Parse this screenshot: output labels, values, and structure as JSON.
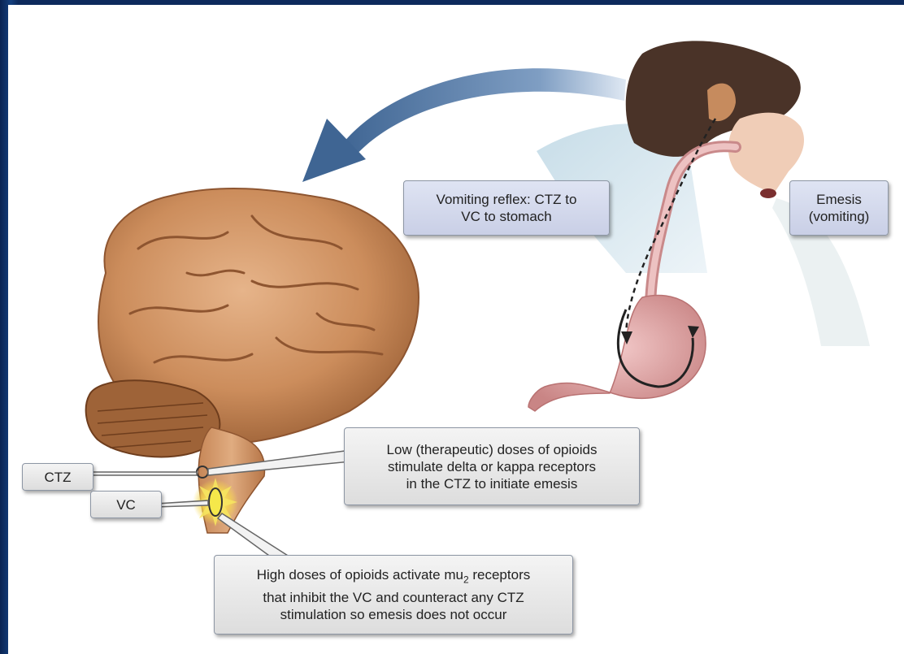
{
  "labels": {
    "vomiting_reflex": [
      "Vomiting reflex: CTZ to",
      "VC to stomach"
    ],
    "emesis": [
      "Emesis",
      "(vomiting)"
    ],
    "ctz": "CTZ",
    "vc": "VC",
    "low_dose": [
      "Low (therapeutic) doses of opioids",
      "stimulate delta or kappa receptors",
      "in the CTZ to initiate emesis"
    ],
    "high_dose": {
      "line1_pre": "High doses of opioids activate mu",
      "line1_sub": "2",
      "line1_post": " receptors",
      "line2": "that inhibit the VC and counteract any CTZ",
      "line3": "stimulation so emesis does not occur"
    }
  },
  "colors": {
    "background": "#0d2a5c",
    "arrow": "#4a6d9a",
    "callout_lavender": "#d3d9ee",
    "callout_gray": "#e8e8e8",
    "brain": "#c98a5a",
    "vc_highlight": "#f5e84a"
  }
}
